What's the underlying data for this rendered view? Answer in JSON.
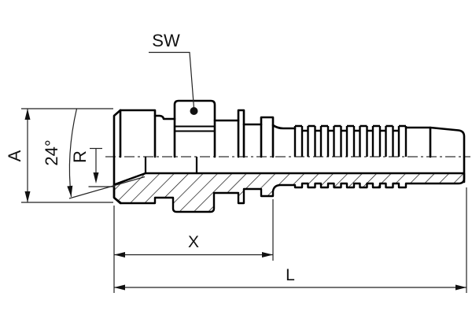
{
  "drawing": {
    "labels": {
      "width_across_flats": "SW",
      "outer_diameter": "A",
      "cone_angle": "24°",
      "thread": "R",
      "cutoff_length": "X",
      "overall_length": "L"
    },
    "colors": {
      "line": "#000000",
      "dimension_line": "#222222",
      "background": "#ffffff"
    }
  }
}
